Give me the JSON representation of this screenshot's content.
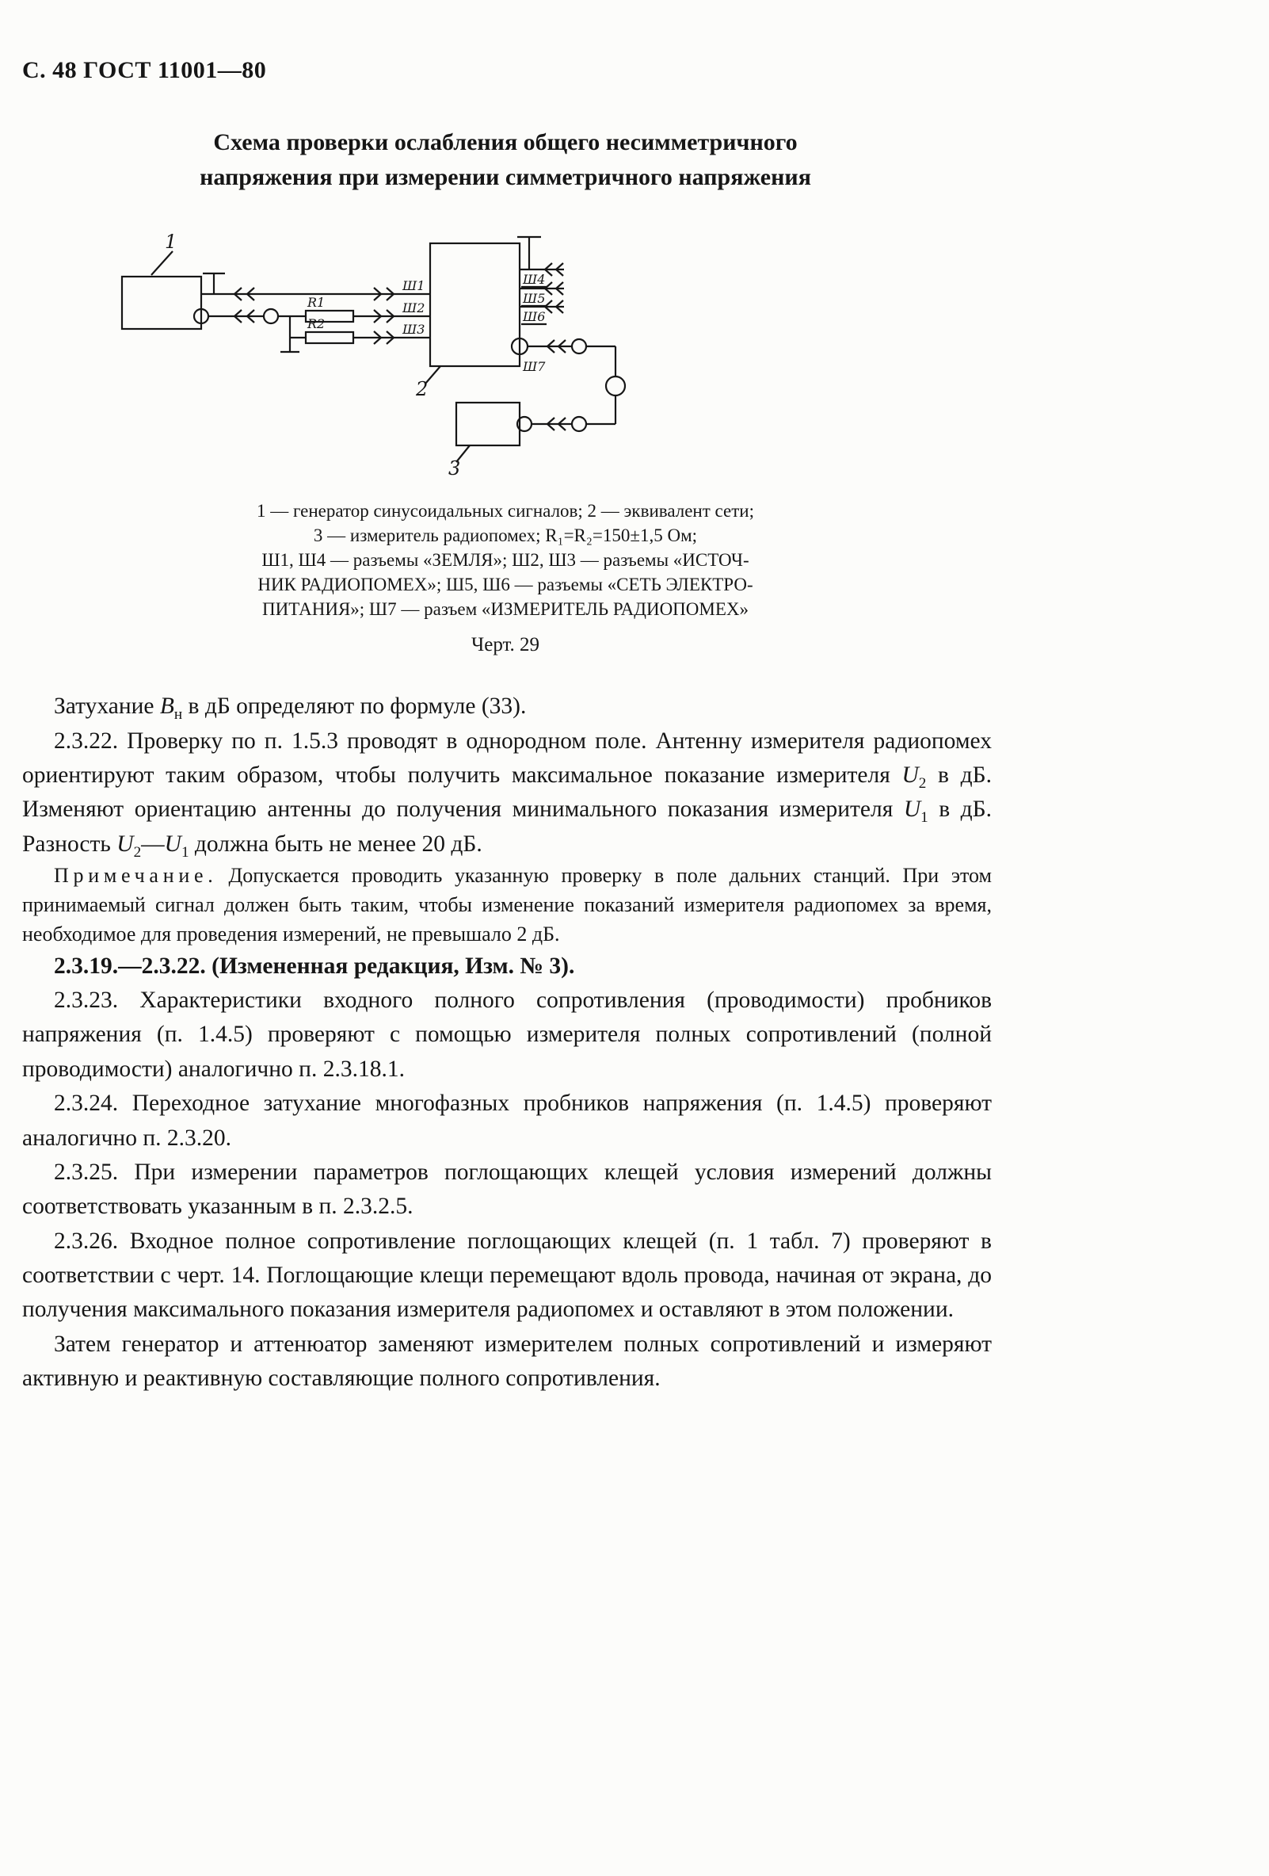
{
  "header": {
    "text": "С. 48 ГОСТ 11001—80"
  },
  "figure": {
    "title_line1": "Схема проверки ослабления общего несимметричного",
    "title_line2": "напряжения при измерении симметричного напряжения",
    "labels": {
      "n1": "1",
      "n2": "2",
      "n3": "3",
      "r1": "R1",
      "r2": "R2",
      "sh1": "Ш1",
      "sh2": "Ш2",
      "sh3": "Ш3",
      "sh4": "Ш4",
      "sh5": "Ш5",
      "sh6": "Ш6",
      "sh7": "Ш7"
    },
    "caption_lines": [
      "1 — генератор синусоидальных сигналов; 2 — эквивалент сети;",
      "3 — измеритель радиопомех; R₁=R₂=150±1,5 Ом;",
      "Ш1, Ш4 — разъемы «ЗЕМЛЯ»; Ш2, Ш3 — разъемы «ИСТОЧ-",
      "НИК РАДИОПОМЕХ»; Ш5, Ш6 — разъемы «СЕТЬ ЭЛЕКТРО-",
      "ПИТАНИЯ»; Ш7 — разъем «ИЗМЕРИТЕЛЬ РАДИОПОМЕХ»"
    ],
    "number": "Черт. 29"
  },
  "body": {
    "p1": [
      {
        "t": "Затухание "
      },
      {
        "t": "В",
        "i": true
      },
      {
        "t": "н",
        "sub": true
      },
      {
        "t": " в дБ определяют по формуле (33)."
      }
    ],
    "p2": [
      {
        "t": "2.3.22. Проверку по п. 1.5.3 проводят в однородном поле. Антенну измерителя радиопомех ориентируют таким образом, чтобы получить максимальное показание измерителя "
      },
      {
        "t": "U",
        "i": true
      },
      {
        "t": "2",
        "sub": true
      },
      {
        "t": " в дБ. Изменяют ориентацию антенны до получения минимального показания измерителя "
      },
      {
        "t": "U",
        "i": true
      },
      {
        "t": "1",
        "sub": true
      },
      {
        "t": " в дБ. Разность "
      },
      {
        "t": "U",
        "i": true
      },
      {
        "t": "2",
        "sub": true
      },
      {
        "t": "—"
      },
      {
        "t": "U",
        "i": true
      },
      {
        "t": "1",
        "sub": true
      },
      {
        "t": " должна быть не менее 20 дБ."
      }
    ],
    "note_label": "Примечание.",
    "note_text": "Допускается проводить указанную проверку в поле дальних станций. При этом принимаемый сигнал должен быть таким, чтобы изменение показаний измерителя радиопомех за время, необходимое для проведения измерений, не превышало 2 дБ.",
    "p4": "2.3.19.—2.3.22. (Измененная редакция, Изм. № 3).",
    "p5": "2.3.23. Характеристики входного полного сопротивления (проводимости) пробников напряжения (п. 1.4.5) проверяют с помощью измерителя полных сопротивлений (полной проводимости) аналогично п. 2.3.18.1.",
    "p6": "2.3.24. Переходное затухание многофазных пробников напряжения (п. 1.4.5) проверяют аналогично п. 2.3.20.",
    "p7": "2.3.25. При измерении параметров поглощающих клещей условия измерений должны соответствовать указанным в п. 2.3.2.5.",
    "p8": "2.3.26. Входное полное сопротивление поглощающих клещей (п. 1 табл. 7) проверяют в соответствии с черт. 14. Поглощающие клещи перемещают вдоль провода, начиная от экрана, до получения максимального показания измерителя радиопомех и оставляют в этом положении.",
    "p9": "Затем генератор и аттенюатор заменяют измерителем полных сопротивлений и измеряют активную и реактивную составляющие полного сопротивления."
  }
}
